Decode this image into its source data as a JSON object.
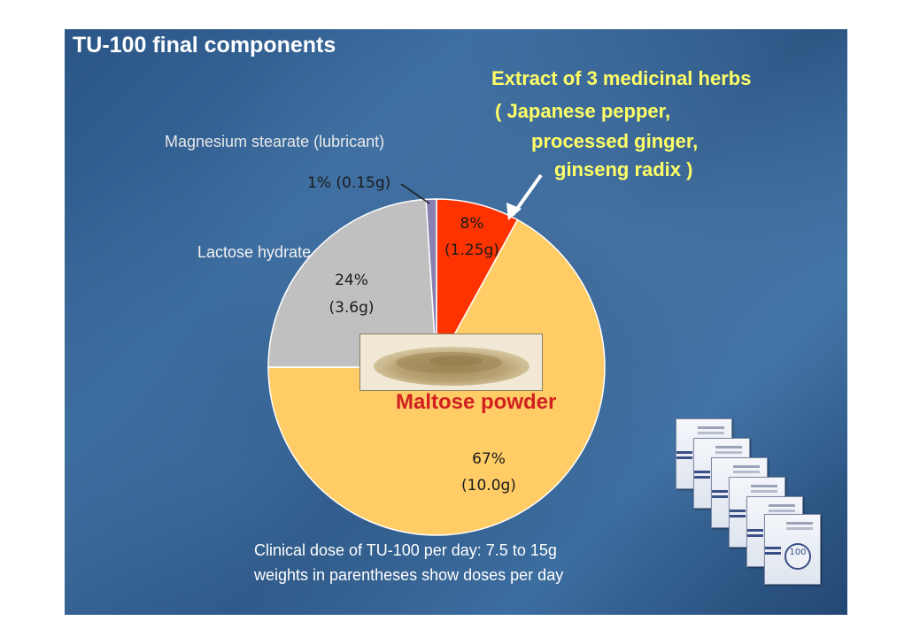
{
  "slide": {
    "title": "TU-100 final components",
    "herb_note": {
      "line1": "Extract of 3 medicinal herbs",
      "line2": "( Japanese pepper,",
      "line3": "processed ginger,",
      "line4": "ginseng radix )"
    },
    "labels": {
      "magnesium": "Magnesium stearate (lubricant)",
      "lactose": "Lactose hydrate",
      "maltose": "Maltose powder"
    },
    "notes": {
      "line1": "Clinical dose of TU-100 per day: 7.5 to 15g",
      "line2": "weights in parentheses show doses per day"
    },
    "packet_label": "100"
  },
  "chart_data": {
    "type": "pie",
    "title": "",
    "start": "12 o'clock, clockwise",
    "slices": [
      {
        "name": "Extract of 3 medicinal herbs",
        "value": 8,
        "pct_label": "8%",
        "weight_label": "(1.25g)",
        "color": "#ff3300"
      },
      {
        "name": "Maltose powder",
        "value": 67,
        "pct_label": "67%",
        "weight_label": "(10.0g)",
        "color": "#ffcc66"
      },
      {
        "name": "Lactose hydrate",
        "value": 24,
        "pct_label": "24%",
        "weight_label": "(3.6g)",
        "color": "#c0c0c0"
      },
      {
        "name": "Magnesium stearate (lubricant)",
        "value": 1,
        "pct_label": "1% (0.15g)",
        "weight_label": "",
        "color": "#8a7fb0"
      }
    ]
  }
}
